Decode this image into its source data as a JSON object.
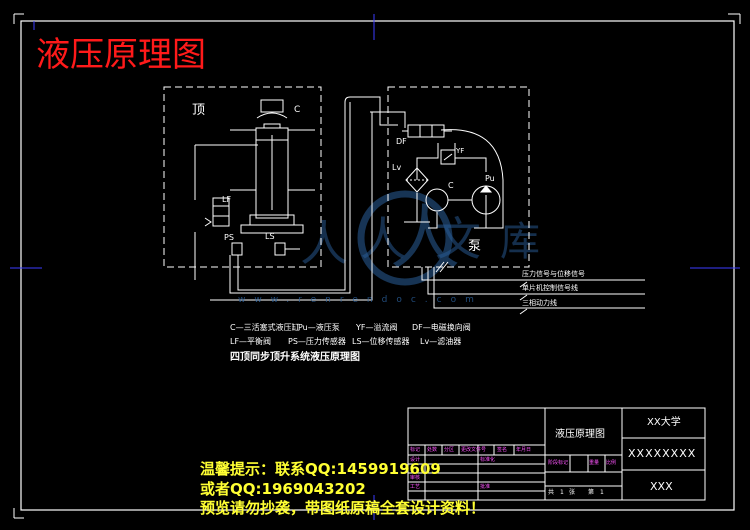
{
  "title": "液压原理图",
  "labels": {
    "top_box": "顶",
    "cyl_c": "C",
    "lf": "LF",
    "ps": "PS",
    "ls": "LS",
    "df": "DF",
    "yf": "YF",
    "lv": "Lv",
    "pump_c": "C",
    "pu": "Pu",
    "pump_box": "泵"
  },
  "signals": [
    "压力信号与位移信号",
    "单片机控制信号线",
    "三相动力线"
  ],
  "legend": {
    "row1": [
      "C—三活塞式液压缸",
      "Pu—液压泵",
      "YF—溢流阀",
      "DF—电磁换向阀"
    ],
    "row2": [
      "LF—平衡阀",
      "PS—压力传感器",
      "LS—位移传感器",
      "Lv—滤油器"
    ],
    "caption": "四顶同步顶升系统液压原理图"
  },
  "watermark": "www.renrendoc.com",
  "title_block": {
    "drawing_name": "液压原理图",
    "school": "XX大学",
    "code": "XXXXXXXX",
    "sheet": "XXX",
    "header_cells": [
      "标记",
      "处数",
      "分区",
      "更改文件号",
      "签名",
      "年月日"
    ],
    "row_labels": [
      "设计",
      "审核",
      "工艺",
      "标准化",
      "批准"
    ],
    "stage_cells": [
      "阶段标记",
      "重量",
      "比例"
    ],
    "sheet_row": [
      "共",
      "1",
      "张",
      "第",
      "1"
    ]
  },
  "notice": [
    "温馨提示：联系QQ:1459919609",
    "或者QQ:1969043202",
    "预览请勿抄袭，带图纸原稿全套设计资料！"
  ],
  "colors": {
    "border": "#ffffff",
    "title": "#ff1a1a",
    "notice": "#ffff33",
    "frame_marks": "#3b3bff",
    "hydraulic": "#00ffff",
    "component": "#ffffff"
  }
}
